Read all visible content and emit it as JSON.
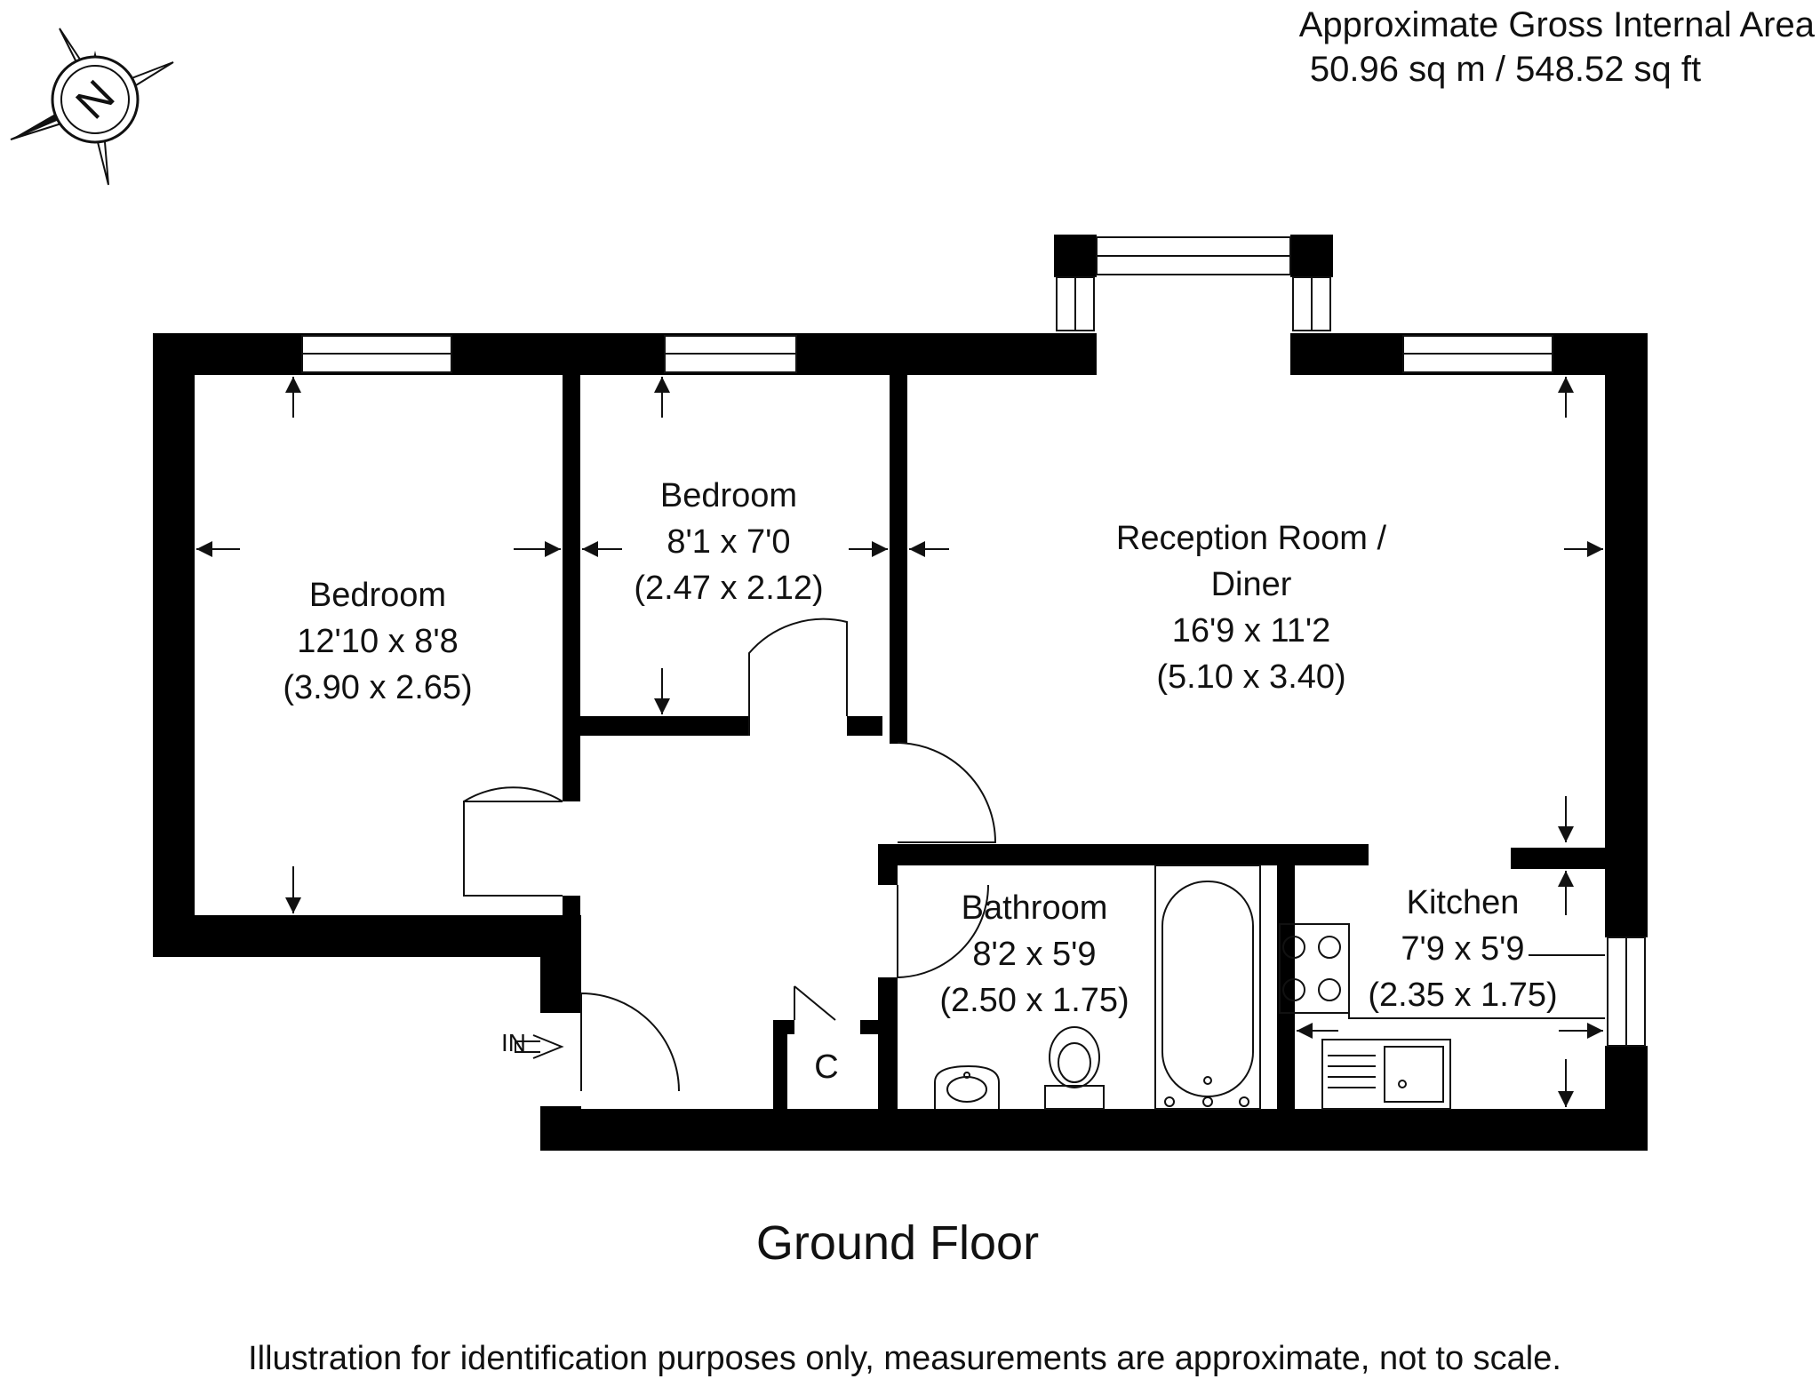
{
  "area": {
    "title": "Approximate Gross Internal Area",
    "value": "50.96 sq m / 548.52 sq ft"
  },
  "compass": {
    "letter": "N",
    "icon": "north-compass-icon"
  },
  "rooms": [
    {
      "name": "Bedroom",
      "imperial": "12'10 x 8'8",
      "metric": "(3.90 x 2.65)"
    },
    {
      "name": "Bedroom",
      "imperial": "8'1 x 7'0",
      "metric": "(2.47 x 2.12)"
    },
    {
      "name_line1": "Reception Room /",
      "name_line2": "Diner",
      "imperial": "16'9 x 11'2",
      "metric": "(5.10 x 3.40)"
    },
    {
      "name": "Bathroom",
      "imperial": "8'2 x 5'9",
      "metric": "(2.50 x 1.75)"
    },
    {
      "name": "Kitchen",
      "imperial": "7'9 x 5'9",
      "metric": "(2.35 x 1.75)"
    }
  ],
  "cupboard_label": "C",
  "entrance_label": "IN",
  "floor_title": "Ground Floor",
  "disclaimer": "Illustration for identification purposes only, measurements are approximate, not to scale.",
  "colors": {
    "wall": "#000000",
    "line": "#111111",
    "background": "#ffffff"
  }
}
